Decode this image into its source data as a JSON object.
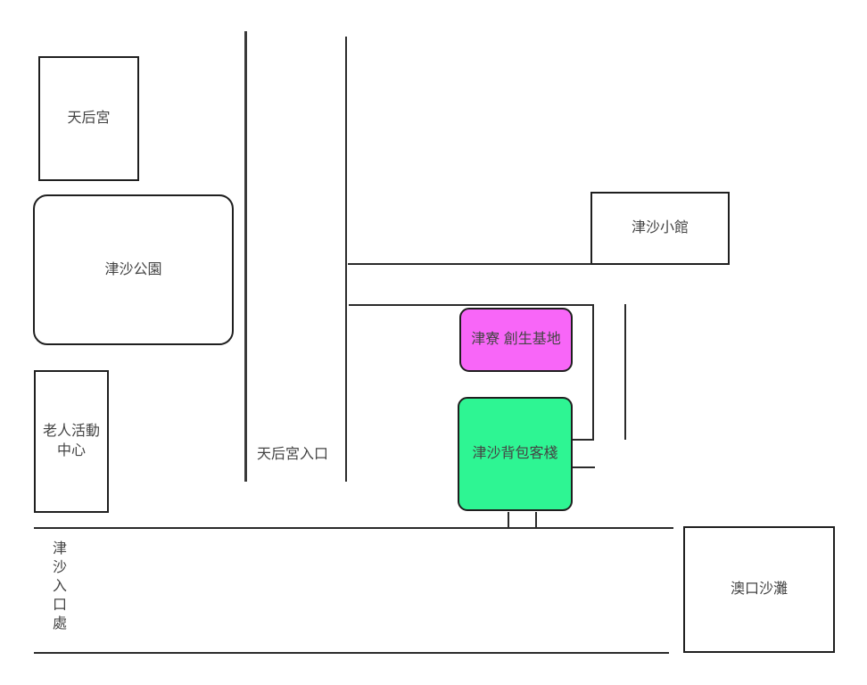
{
  "places": {
    "tianhou_temple": {
      "label": "天后宮"
    },
    "jinsha_park": {
      "label": "津沙公園"
    },
    "senior_center": {
      "label": "老人活動\n中心"
    },
    "jinsha_bistro": {
      "label": "津沙小館"
    },
    "jinliao_base": {
      "label": "津寮 創生基地"
    },
    "backpacker_hostel": {
      "label": "津沙背包客棧"
    },
    "aokou_beach": {
      "label": "澳口沙灘"
    }
  },
  "roads": {
    "tianhou_entrance": {
      "label": "天后宮入口"
    },
    "jinsha_entrance": {
      "label": "津沙入口處"
    }
  },
  "colors": {
    "jinliao_base_fill": "#f866f8",
    "backpacker_hostel_fill": "#2ef593",
    "outline": "#1f1f1f",
    "road_line": "#2b2b2b",
    "label_text": "#444444"
  }
}
